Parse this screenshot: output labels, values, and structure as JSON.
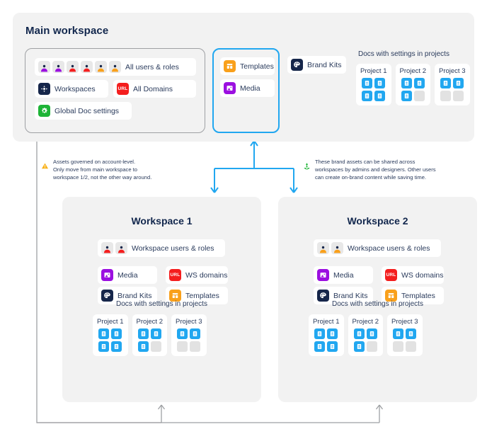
{
  "main": {
    "title": "Main workspace",
    "admin_group": {
      "users_chip": {
        "label": "All users & roles",
        "icon": "user-avatar-icon",
        "avatar_colors": [
          "#9b0fe0",
          "#9b0fe0",
          "#f41e1e",
          "#f41e1e",
          "#f9a01b",
          "#f9a01b"
        ]
      },
      "items": [
        {
          "label": "Workspaces",
          "icon": "workspaces-icon",
          "tile": "tile-navy"
        },
        {
          "label": "All Domains",
          "icon": "url-icon",
          "tile": "tile-red"
        },
        {
          "label": "Global Doc settings",
          "icon": "gear-icon",
          "tile": "tile-green"
        }
      ]
    },
    "assets_group": {
      "items": [
        {
          "label": "Templates",
          "icon": "templates-icon",
          "tile": "tile-orange"
        },
        {
          "label": "Media",
          "icon": "media-icon",
          "tile": "tile-purple"
        }
      ]
    },
    "brand_kits": {
      "label": "Brand Kits",
      "icon": "palette-icon",
      "tile": "tile-navy"
    },
    "projects": {
      "heading": "Docs with settings in projects",
      "cards": [
        {
          "name": "Project 1",
          "docs": [
            true,
            true,
            true,
            true
          ]
        },
        {
          "name": "Project 2",
          "docs": [
            true,
            true,
            true,
            false
          ]
        },
        {
          "name": "Project 3",
          "docs": [
            true,
            true,
            false,
            false
          ]
        }
      ]
    }
  },
  "notes": {
    "warning": {
      "icon": "warning-triangle-icon",
      "color": "#f9b21b",
      "text": "Assets governed on account-level.\nOnly move from main workspace to\nworkspace 1/2, not the other way around."
    },
    "share": {
      "icon": "recycle-icon",
      "color": "#1eb437",
      "text": "These brand assets can be shared across\nworkspaces by admins and designers. Other users\ncan create on-brand content while saving time."
    }
  },
  "workspaces": [
    {
      "title": "Workspace 1",
      "users_chip": {
        "label": "Workspace users & roles",
        "avatar_colors": [
          "#f41e1e",
          "#f41e1e"
        ]
      },
      "items": [
        {
          "label": "Media",
          "icon": "media-icon",
          "tile": "tile-purple"
        },
        {
          "label": "WS domains",
          "icon": "url-icon",
          "tile": "tile-red"
        },
        {
          "label": "Brand Kits",
          "icon": "palette-icon",
          "tile": "tile-navy"
        },
        {
          "label": "Templates",
          "icon": "templates-icon",
          "tile": "tile-orange"
        }
      ],
      "projects": {
        "heading": "Docs with settings in projects",
        "cards": [
          {
            "name": "Project 1",
            "docs": [
              true,
              true,
              true,
              true
            ]
          },
          {
            "name": "Project 2",
            "docs": [
              true,
              true,
              true,
              false
            ]
          },
          {
            "name": "Project 3",
            "docs": [
              true,
              true,
              false,
              false
            ]
          }
        ]
      }
    },
    {
      "title": "Workspace 2",
      "users_chip": {
        "label": "Workspace users & roles",
        "avatar_colors": [
          "#f9a01b",
          "#f9a01b"
        ]
      },
      "items": [
        {
          "label": "Media",
          "icon": "media-icon",
          "tile": "tile-purple"
        },
        {
          "label": "WS domains",
          "icon": "url-icon",
          "tile": "tile-red"
        },
        {
          "label": "Brand Kits",
          "icon": "palette-icon",
          "tile": "tile-navy"
        },
        {
          "label": "Templates",
          "icon": "templates-icon",
          "tile": "tile-orange"
        }
      ],
      "projects": {
        "heading": "Docs with settings in projects",
        "cards": [
          {
            "name": "Project 1",
            "docs": [
              true,
              true,
              true,
              true
            ]
          },
          {
            "name": "Project 2",
            "docs": [
              true,
              true,
              true,
              false
            ]
          },
          {
            "name": "Project 3",
            "docs": [
              true,
              true,
              false,
              false
            ]
          }
        ]
      }
    }
  ],
  "colors": {
    "accent_blue": "#21a7f0",
    "panel_bg": "#f2f2f2",
    "doc_on": "#21a7f0",
    "doc_off": "#e2e2e2",
    "connector_gray": "#9ea0a3",
    "navy_text": "#12274d"
  }
}
